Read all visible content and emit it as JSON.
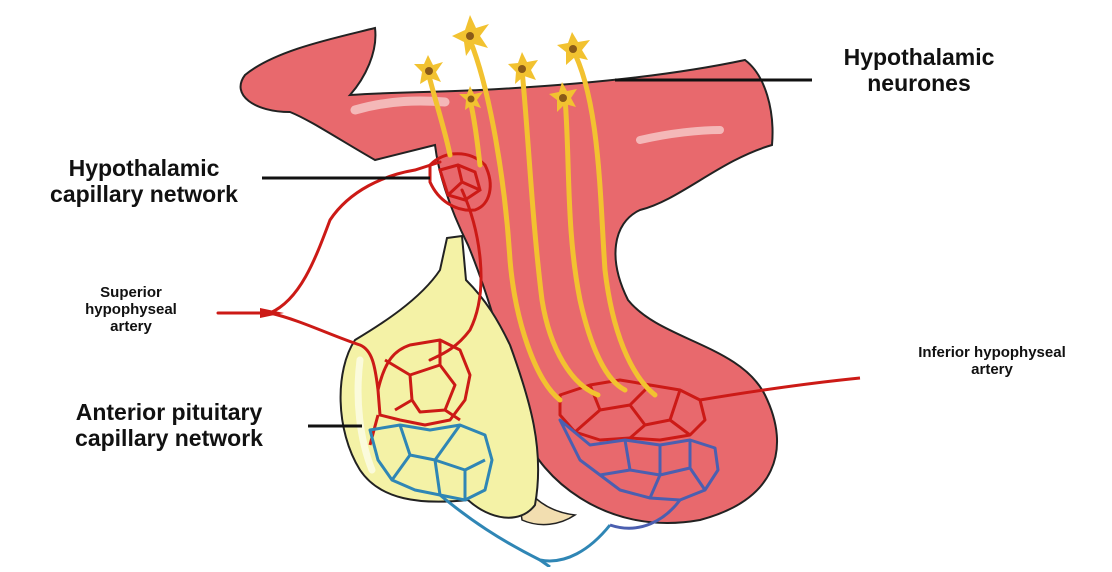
{
  "labels": {
    "hypothalamic_neurones": [
      "Hypothalamic",
      "neurones"
    ],
    "hypothalamic_capillary_network": [
      "Hypothalamic",
      "capillary network"
    ],
    "superior_hypophyseal_artery": [
      "Superior",
      "hypophyseal",
      "artery"
    ],
    "inferior_hypophyseal_artery": [
      "Inferior hypophyseal",
      "artery"
    ],
    "anterior_pituitary_capillary_network": [
      "Anterior pituitary",
      "capillary network"
    ]
  },
  "colors": {
    "hypothalamus_fill": "#e8696d",
    "hypothalamus_stroke": "#222222",
    "anterior_lobe_fill": "#f4f2a6",
    "intermediate_fill": "#f2deb0",
    "neurone_yellow": "#f2c230",
    "neurone_soma": "#8a5a18",
    "artery_red": "#cc1a16",
    "vein_blue": "#2f86b5",
    "leader_line": "#111111"
  }
}
